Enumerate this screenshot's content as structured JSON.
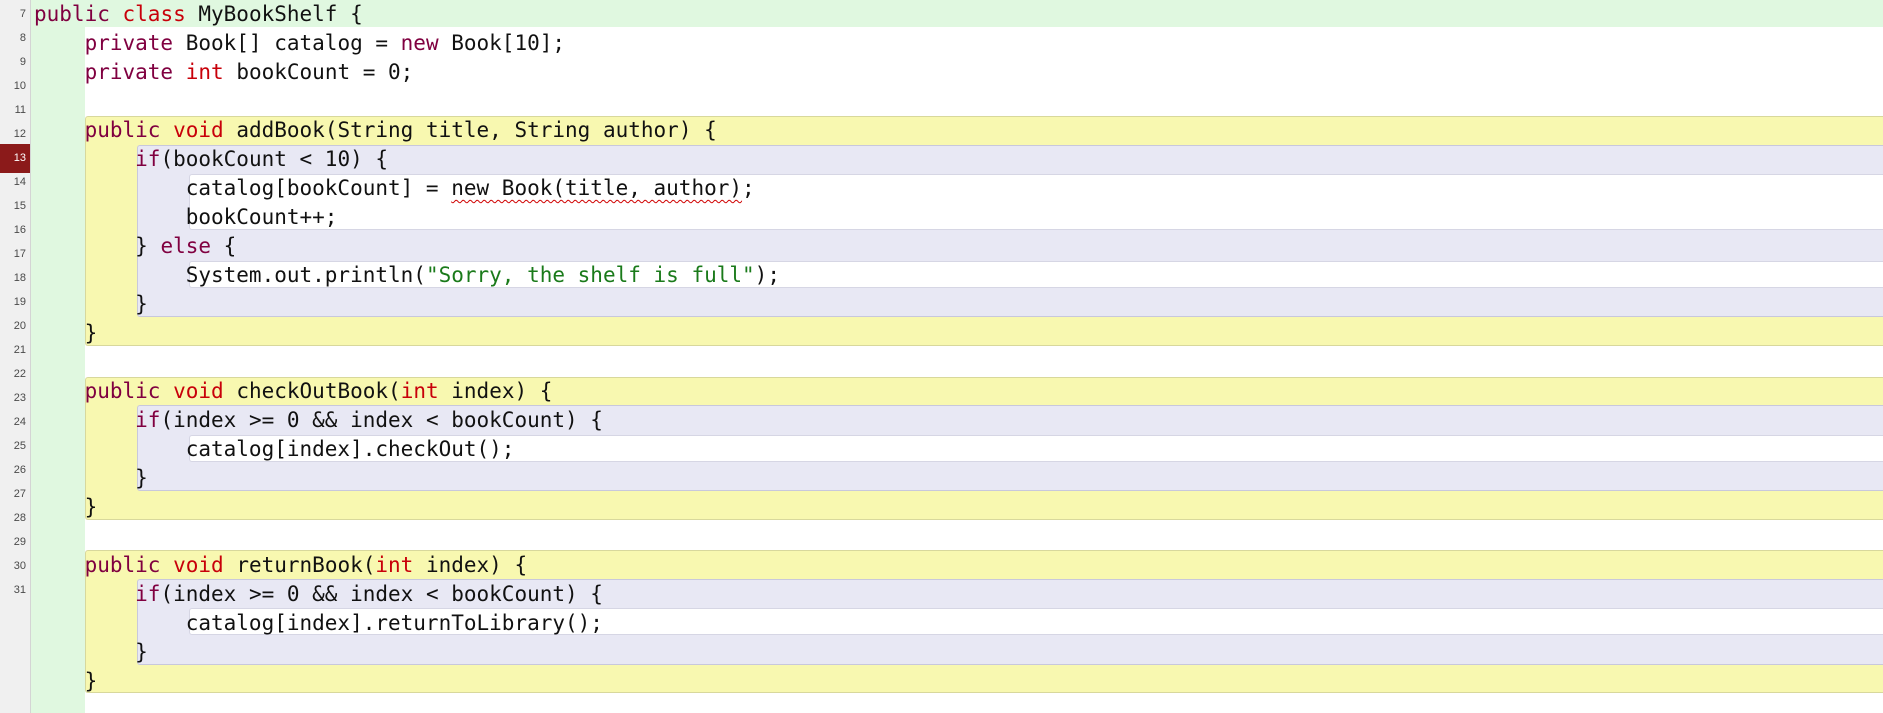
{
  "window": {
    "title": "MyBookShelf"
  },
  "editor": {
    "current_line": "13",
    "line_numbers": [
      "7",
      "8",
      "9",
      "10",
      "11",
      "12",
      "13",
      "14",
      "15",
      "16",
      "17",
      "18",
      "19",
      "20",
      "21",
      "22",
      "23",
      "24",
      "25",
      "26",
      "27",
      "28",
      "29",
      "30",
      "31"
    ],
    "lines": [
      {
        "parts": [
          "public",
          " ",
          "class",
          " MyBookShelf {"
        ]
      },
      {
        "parts": [
          "    private",
          " Book[] catalog = ",
          "new",
          " Book[10];"
        ]
      },
      {
        "parts": [
          "    private",
          " ",
          "int",
          " bookCount = 0;"
        ]
      },
      {
        "parts": [
          ""
        ]
      },
      {
        "parts": [
          "    public",
          " ",
          "void",
          " addBook(String title, String author) {"
        ]
      },
      {
        "parts": [
          "        if",
          "(bookCount < 10) {"
        ]
      },
      {
        "parts": [
          "            catalog[bookCount] = ",
          "new Book(title, author)",
          ";"
        ]
      },
      {
        "parts": [
          "            bookCount++;"
        ]
      },
      {
        "parts": [
          "        } ",
          "else",
          " {"
        ]
      },
      {
        "parts": [
          "            System.out.println(",
          "\"Sorry, the shelf is full\"",
          ");"
        ]
      },
      {
        "parts": [
          "        }"
        ]
      },
      {
        "parts": [
          "    }"
        ]
      },
      {
        "parts": [
          ""
        ]
      },
      {
        "parts": [
          "    public",
          " ",
          "void",
          " checkOutBook(",
          "int",
          " index) {"
        ]
      },
      {
        "parts": [
          "        if",
          "(index >= 0 && index < bookCount) {"
        ]
      },
      {
        "parts": [
          "            catalog[index].checkOut();"
        ]
      },
      {
        "parts": [
          "        }"
        ]
      },
      {
        "parts": [
          "    }"
        ]
      },
      {
        "parts": [
          ""
        ]
      },
      {
        "parts": [
          "    public",
          " ",
          "void",
          " returnBook(",
          "int",
          " index) {"
        ]
      },
      {
        "parts": [
          "        if",
          "(index >= 0 && index < bookCount) {"
        ]
      },
      {
        "parts": [
          "            catalog[index].returnToLibrary();"
        ]
      },
      {
        "parts": [
          "        }"
        ]
      },
      {
        "parts": [
          "    }"
        ]
      },
      {
        "parts": [
          ""
        ]
      }
    ]
  },
  "colors": {
    "class_scope": "#e0f8e0",
    "method_scope": "#f8f8b0",
    "if_scope": "#e8e8f4",
    "keyword": "#800040",
    "type_keyword": "#c8000a",
    "string": "#1a7a1a",
    "error_line_marker": "#8b1a1a"
  }
}
